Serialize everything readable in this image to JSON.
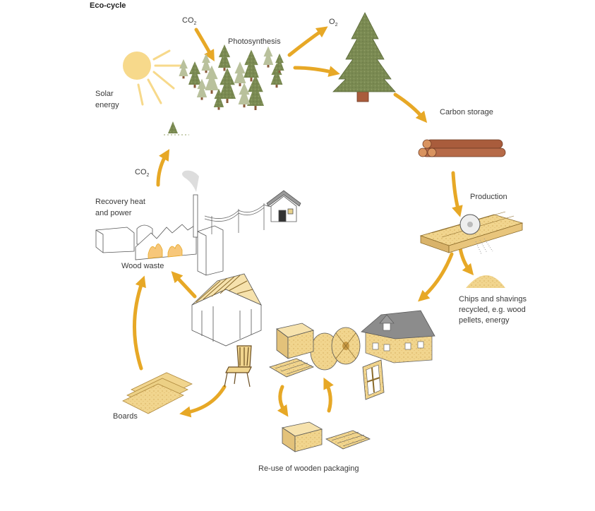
{
  "title": "Eco-cycle",
  "labels": {
    "co2_top": "CO",
    "co2_top_sub": "2",
    "o2": "O",
    "o2_sub": "2",
    "photosynthesis": "Photosynthesis",
    "solar_line1": "Solar",
    "solar_line2": "energy",
    "carbon_storage": "Carbon storage",
    "production": "Production",
    "chips_line1": "Chips and shavings",
    "chips_line2": "recycled, e.g. wood",
    "chips_line3": "pellets, energy",
    "co2_left": "CO",
    "co2_left_sub": "2",
    "recovery_line1": "Recovery heat",
    "recovery_line2": "and power",
    "wood_waste": "Wood waste",
    "boards": "Boards",
    "reuse_packaging": "Re-use of wooden packaging"
  },
  "colors": {
    "arrow": "#e7a826",
    "wood": "#f1d58e",
    "wood_dark": "#c99a45",
    "tree_green": "#7a8a52",
    "tree_light": "#b9c19c",
    "sun": "#f7d98b",
    "log": "#a95c3c",
    "outline": "#555555"
  },
  "icons": [
    "sun-icon",
    "forest-icon",
    "big-tree-icon",
    "logs-icon",
    "sawmill-icon",
    "sawdust-pile-icon",
    "house-icon",
    "window-frame-icon",
    "cable-reel-icon",
    "crate-icon",
    "pallet-icon",
    "chair-icon",
    "building-frame-icon",
    "boards-icon",
    "power-plant-icon",
    "small-house-icon",
    "seedling-icon"
  ]
}
